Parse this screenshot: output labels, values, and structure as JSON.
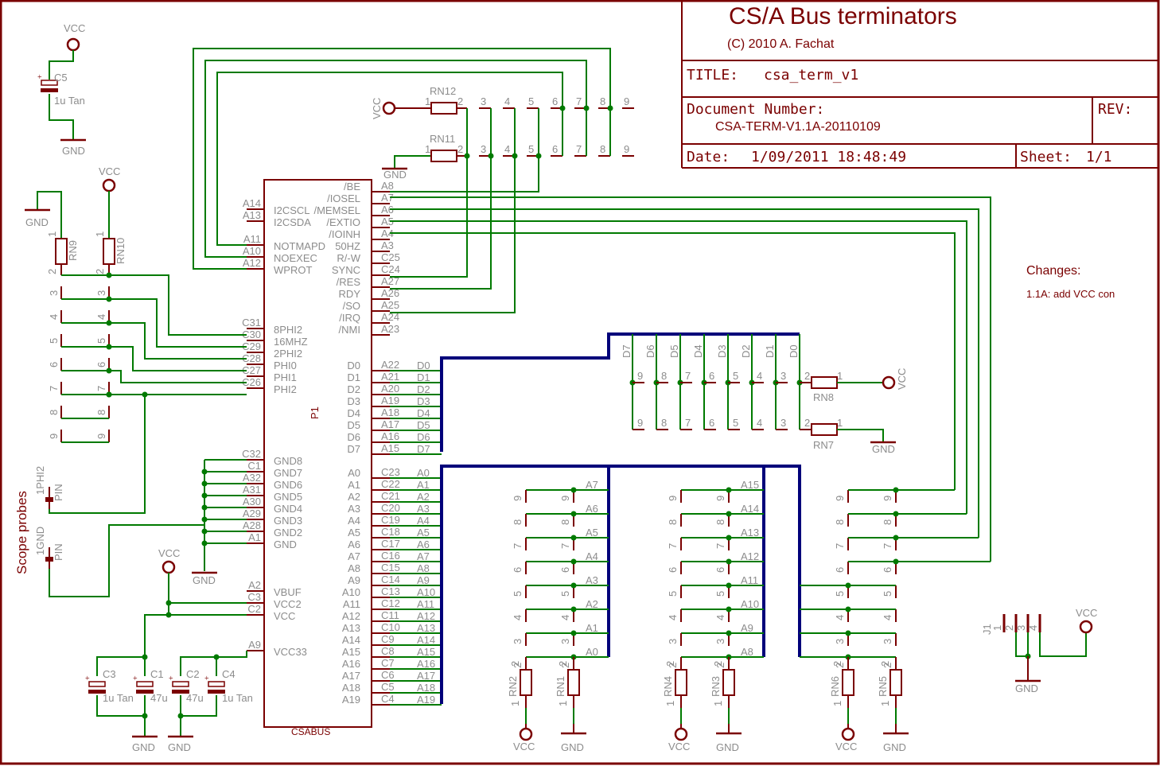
{
  "title_block": {
    "heading": "CS/A Bus terminators",
    "copyright": "(C) 2010 A. Fachat",
    "title_label": "TITLE:",
    "title_value": "csa_term_v1",
    "docnum_label": "Document Number:",
    "docnum_value": "CSA-TERM-V1.1A-20110109",
    "rev_label": "REV:",
    "date_label": "Date:",
    "date_value": "1/09/2011 18:48:49",
    "sheet_label": "Sheet:",
    "sheet_value": "1/1"
  },
  "changes": {
    "heading": "Changes:",
    "entry": "1.1A: add VCC con"
  },
  "scope_probes_label": "Scope probes",
  "connector": {
    "name": "P1",
    "value": "CSABUS",
    "left_pins": [
      {
        "pin": "A14",
        "name": "I2CSCL"
      },
      {
        "pin": "A13",
        "name": "I2CSDA"
      },
      {
        "pin": "A11",
        "name": "NOTMAPD"
      },
      {
        "pin": "A10",
        "name": "NOEXEC"
      },
      {
        "pin": "A12",
        "name": "WPROT"
      },
      {
        "pin": "C31",
        "name": "8PHI2"
      },
      {
        "pin": "C30",
        "name": "16MHZ"
      },
      {
        "pin": "C29",
        "name": "2PHI2"
      },
      {
        "pin": "C28",
        "name": "PHI0"
      },
      {
        "pin": "C27",
        "name": "PHI1"
      },
      {
        "pin": "C26",
        "name": "PHI2"
      },
      {
        "pin": "C32",
        "name": "GND8"
      },
      {
        "pin": "C1",
        "name": "GND7"
      },
      {
        "pin": "A32",
        "name": "GND6"
      },
      {
        "pin": "A31",
        "name": "GND5"
      },
      {
        "pin": "A30",
        "name": "GND4"
      },
      {
        "pin": "A29",
        "name": "GND3"
      },
      {
        "pin": "A28",
        "name": "GND2"
      },
      {
        "pin": "A1",
        "name": "GND"
      },
      {
        "pin": "A2",
        "name": "VBUF"
      },
      {
        "pin": "C3",
        "name": "VCC2"
      },
      {
        "pin": "C2",
        "name": "VCC"
      },
      {
        "pin": "A9",
        "name": "VCC33"
      }
    ],
    "right_pins": [
      {
        "pin": "A8",
        "name": "/BE"
      },
      {
        "pin": "A7",
        "name": "/IOSEL"
      },
      {
        "pin": "A6",
        "name": "/MEMSEL"
      },
      {
        "pin": "A5",
        "name": "/EXTIO"
      },
      {
        "pin": "A4",
        "name": "/IOINH"
      },
      {
        "pin": "A3",
        "name": "50HZ"
      },
      {
        "pin": "C25",
        "name": "R/-W"
      },
      {
        "pin": "C24",
        "name": "SYNC"
      },
      {
        "pin": "A27",
        "name": "/RES"
      },
      {
        "pin": "A26",
        "name": "RDY"
      },
      {
        "pin": "A25",
        "name": "/SO"
      },
      {
        "pin": "A24",
        "name": "/IRQ"
      },
      {
        "pin": "A23",
        "name": "/NMI"
      },
      {
        "pin": "A22",
        "name": "D0",
        "net": "D0"
      },
      {
        "pin": "A21",
        "name": "D1",
        "net": "D1"
      },
      {
        "pin": "A20",
        "name": "D2",
        "net": "D2"
      },
      {
        "pin": "A19",
        "name": "D3",
        "net": "D3"
      },
      {
        "pin": "A18",
        "name": "D4",
        "net": "D4"
      },
      {
        "pin": "A17",
        "name": "D5",
        "net": "D5"
      },
      {
        "pin": "A16",
        "name": "D6",
        "net": "D6"
      },
      {
        "pin": "A15",
        "name": "D7",
        "net": "D7"
      },
      {
        "pin": "C23",
        "name": "A0",
        "net": "A0"
      },
      {
        "pin": "C22",
        "name": "A1",
        "net": "A1"
      },
      {
        "pin": "C21",
        "name": "A2",
        "net": "A2"
      },
      {
        "pin": "C20",
        "name": "A3",
        "net": "A3"
      },
      {
        "pin": "C19",
        "name": "A4",
        "net": "A4"
      },
      {
        "pin": "C18",
        "name": "A5",
        "net": "A5"
      },
      {
        "pin": "C17",
        "name": "A6",
        "net": "A6"
      },
      {
        "pin": "C16",
        "name": "A7",
        "net": "A7"
      },
      {
        "pin": "C15",
        "name": "A8",
        "net": "A8"
      },
      {
        "pin": "C14",
        "name": "A9",
        "net": "A9"
      },
      {
        "pin": "C13",
        "name": "A10",
        "net": "A10"
      },
      {
        "pin": "C12",
        "name": "A11",
        "net": "A11"
      },
      {
        "pin": "C11",
        "name": "A12",
        "net": "A12"
      },
      {
        "pin": "C10",
        "name": "A13",
        "net": "A13"
      },
      {
        "pin": "C9",
        "name": "A14",
        "net": "A14"
      },
      {
        "pin": "C8",
        "name": "A15",
        "net": "A15"
      },
      {
        "pin": "C7",
        "name": "A16",
        "net": "A16"
      },
      {
        "pin": "C6",
        "name": "A17",
        "net": "A17"
      },
      {
        "pin": "C5",
        "name": "A18",
        "net": "A18"
      },
      {
        "pin": "C4",
        "name": "A19",
        "net": "A19"
      }
    ]
  },
  "capacitors": [
    {
      "ref": "C5",
      "value": "1u Tan"
    },
    {
      "ref": "C3",
      "value": "1u Tan"
    },
    {
      "ref": "C1",
      "value": "47u"
    },
    {
      "ref": "C2",
      "value": "47u"
    },
    {
      "ref": "C4",
      "value": "1u Tan"
    }
  ],
  "resistor_networks": [
    "RN1",
    "RN2",
    "RN3",
    "RN4",
    "RN5",
    "RN6",
    "RN7",
    "RN8",
    "RN9",
    "RN10",
    "RN11",
    "RN12"
  ],
  "probes": [
    {
      "ref": "PHI2",
      "pin": "1",
      "value": "PIN"
    },
    {
      "ref": "GND",
      "pin": "1",
      "value": "PIN"
    }
  ],
  "j1": {
    "ref": "J1",
    "pins": [
      "1",
      "2",
      "3",
      "4"
    ]
  },
  "power_labels": {
    "vcc": "VCC",
    "gnd": "GND"
  },
  "data_bus_labels": [
    "D7",
    "D6",
    "D5",
    "D4",
    "D3",
    "D2",
    "D1",
    "D0"
  ],
  "addr_low_labels": [
    "A7",
    "A6",
    "A5",
    "A4",
    "A3",
    "A2",
    "A1",
    "A0"
  ],
  "addr_high_labels": [
    "A15",
    "A14",
    "A13",
    "A12",
    "A11",
    "A10",
    "A9",
    "A8"
  ],
  "rn_pin_numbers": [
    "9",
    "8",
    "7",
    "6",
    "5",
    "4",
    "3",
    "2"
  ],
  "colors": {
    "border": "#7a0000",
    "wire": "#007a00",
    "bus": "#00007a",
    "text": "#8c8c8c"
  }
}
